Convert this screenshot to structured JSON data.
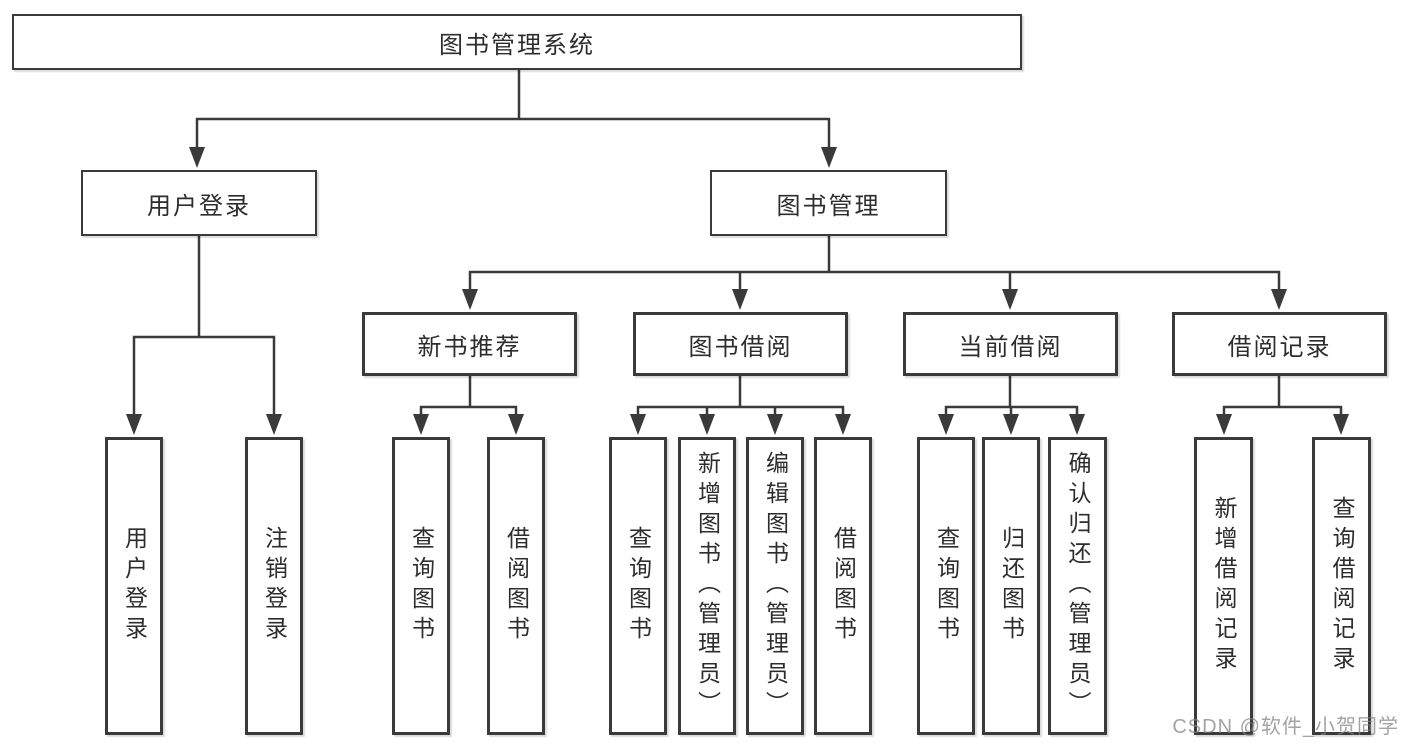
{
  "tree": {
    "label": "图书管理系统",
    "children": [
      {
        "label": "用户登录",
        "children": [
          {
            "label": "用户登录"
          },
          {
            "label": "注销登录"
          }
        ]
      },
      {
        "label": "图书管理",
        "children": [
          {
            "label": "新书推荐",
            "children": [
              {
                "label": "查询图书"
              },
              {
                "label": "借阅图书"
              }
            ]
          },
          {
            "label": "图书借阅",
            "children": [
              {
                "label": "查询图书"
              },
              {
                "label": "新增图书（管理员）"
              },
              {
                "label": "编辑图书（管理员）"
              },
              {
                "label": "借阅图书"
              }
            ]
          },
          {
            "label": "当前借阅",
            "children": [
              {
                "label": "查询图书"
              },
              {
                "label": "归还图书"
              },
              {
                "label": "确认归还（管理员）"
              }
            ]
          },
          {
            "label": "借阅记录",
            "children": [
              {
                "label": "新增借阅记录"
              },
              {
                "label": "查询借阅记录"
              }
            ]
          }
        ]
      }
    ]
  },
  "watermark": "CSDN @软件_小贺同学",
  "colors": {
    "line": "#3a3a3a",
    "text": "#2d2d2d",
    "background": "#ffffff",
    "watermark": "#8f8f8f"
  }
}
